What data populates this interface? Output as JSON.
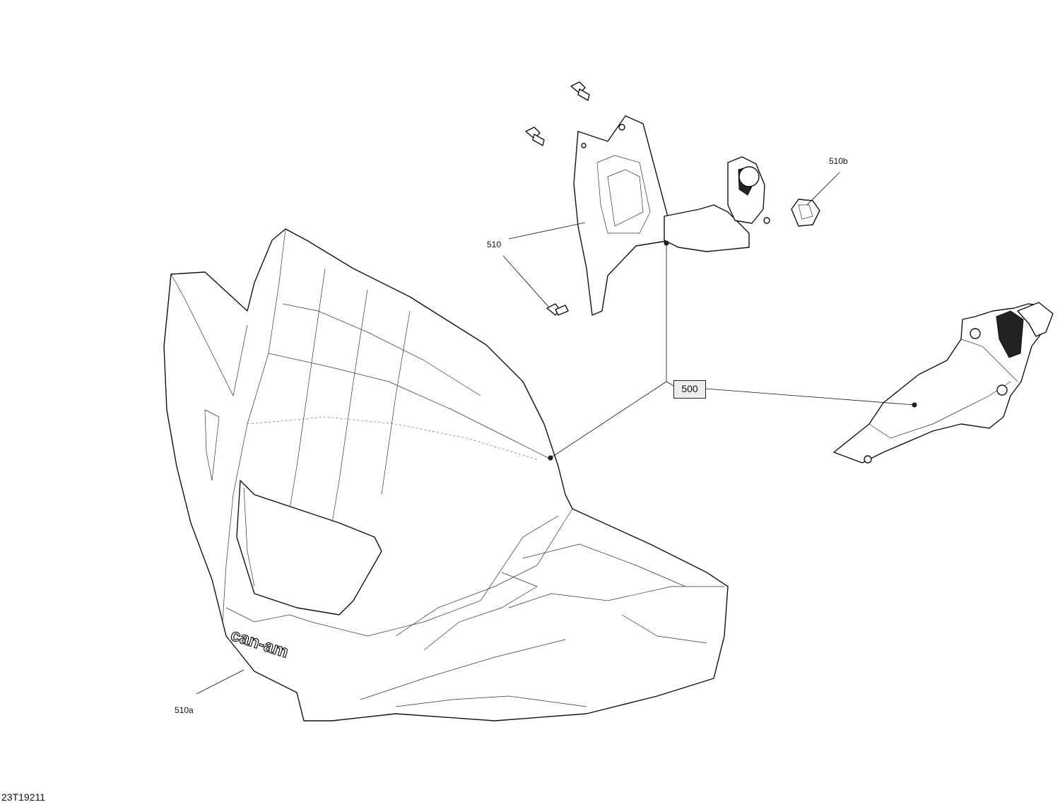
{
  "callouts": {
    "part_500": "500",
    "part_510": "510",
    "part_510a": "510a",
    "part_510b": "510b"
  },
  "logo_text": "can-am",
  "drawing_number": "23T19211"
}
